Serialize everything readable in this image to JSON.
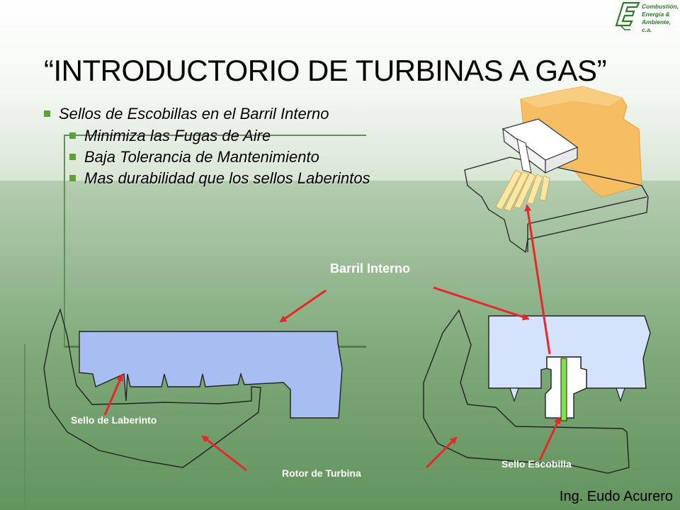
{
  "title": "“INTRODUCTORIO DE TURBINAS A GAS”",
  "bullets": {
    "main": "Sellos de Escobillas en el Barril Interno",
    "sub": [
      "Minimiza las Fugas de Aire",
      "Baja Tolerancia de Mantenimiento",
      "Mas durabilidad que los sellos Laberintos"
    ]
  },
  "labels": {
    "barril": "Barril Interno",
    "laberinto": "Sello de Laberinto",
    "rotor": "Rotor de Turbina",
    "escobilla": "Sello Escobilla"
  },
  "footer": "Ing. Eudo Acurero",
  "logo": {
    "lines": [
      "Combustión,",
      "Energía &",
      "Ambiente, c.a."
    ],
    "icon": "cea-logo-icon"
  },
  "colors": {
    "seal_blue": "#a8bdf2",
    "seal_light_blue": "#d4e2fb",
    "brush_orange": "#f7bd63",
    "brush_yellow": "#fbe7a3",
    "arrow_red": "#e8262d",
    "bullet_green": "#5f9e3f",
    "logo_green": "#2f7a2a"
  }
}
